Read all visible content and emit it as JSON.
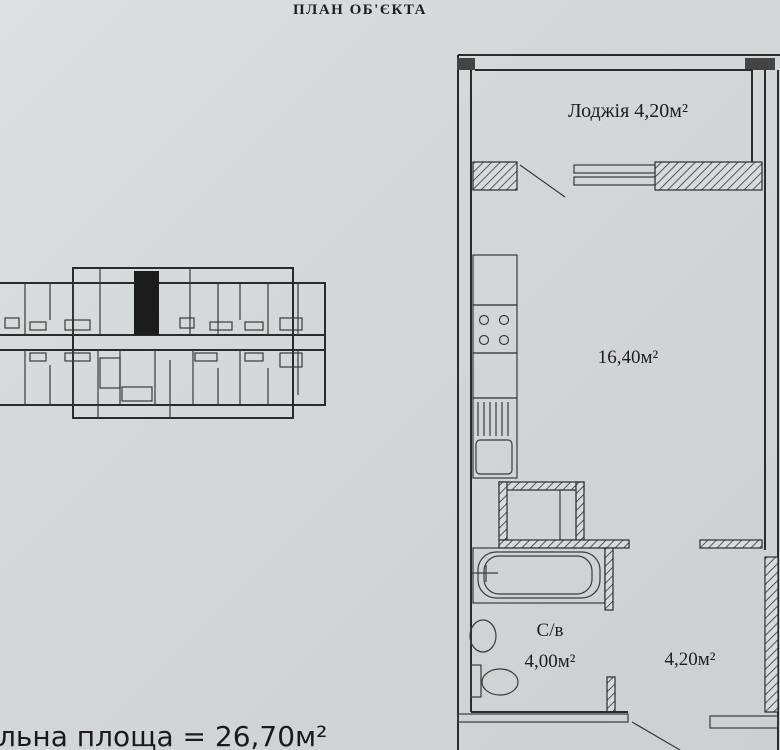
{
  "header": {
    "title": "ПЛАН ОБ'ЄКТА"
  },
  "rooms": {
    "loggia": "Лоджія 4,20м²",
    "main_room": "16,40м²",
    "bathroom_label": "С/в",
    "bathroom_area": "4,00м²",
    "hall_area": "4,20м²"
  },
  "footer": {
    "total_area": "льна площа  = 26,70м²"
  },
  "colors": {
    "background": "#d5d8d9",
    "lines": "#2b2b2b",
    "highlight_unit": "#1a1a1a"
  }
}
